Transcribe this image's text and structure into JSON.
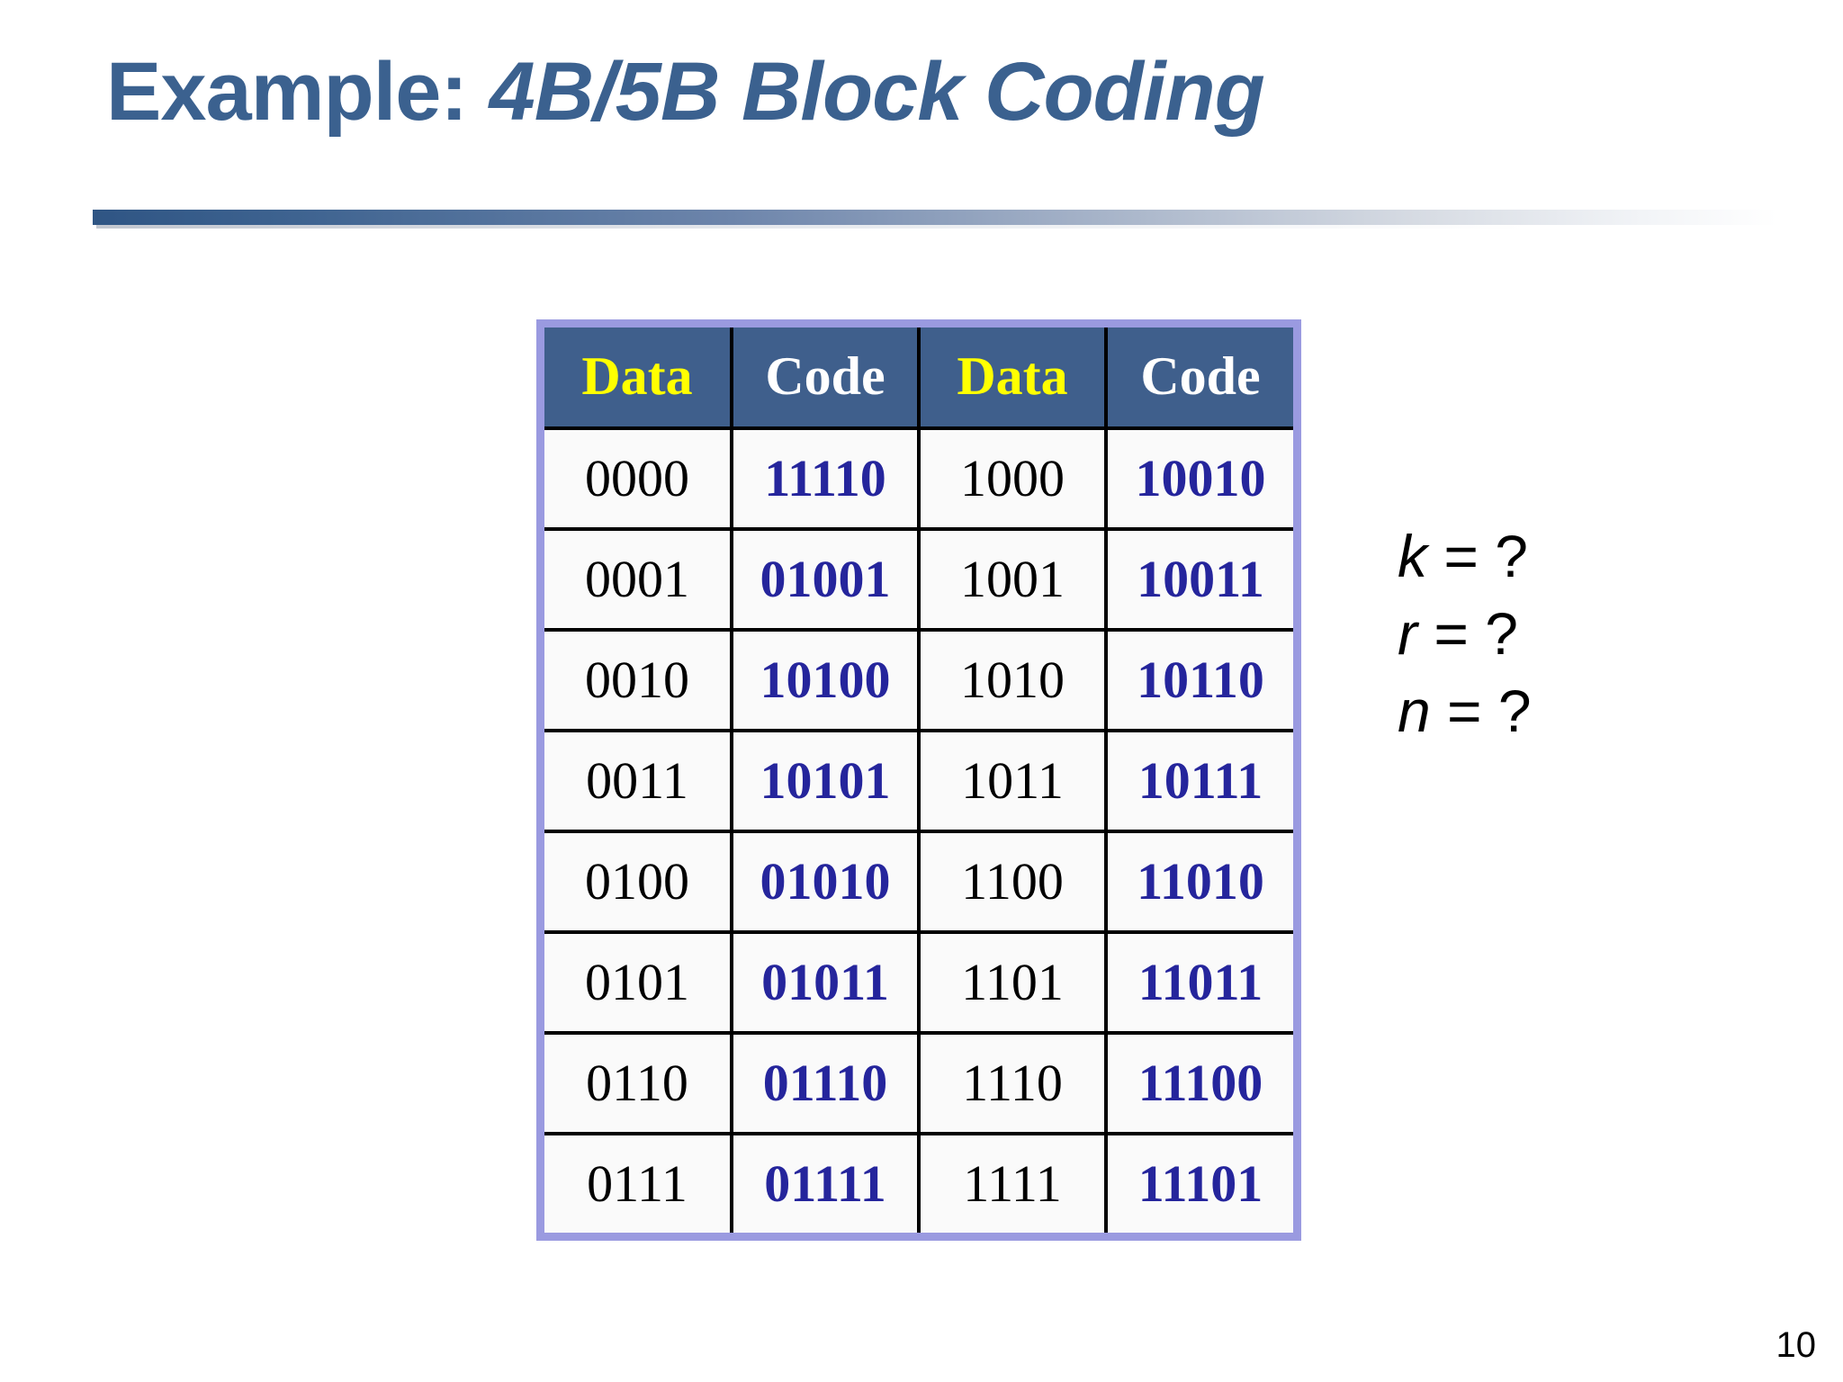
{
  "slide": {
    "title_plain": "Example: ",
    "title_emphasis": "4B/5B Block Coding",
    "page_number": "10",
    "accent_color": "#3b618f",
    "table_border_color": "#9a9ae0",
    "header_bg_color": "#3f5f8c",
    "header_data_color": "#ffff00",
    "header_code_color": "#ffffff",
    "code_text_color": "#25259c",
    "data_text_color": "#000000"
  },
  "table": {
    "headers": [
      "Data",
      "Code",
      "Data",
      "Code"
    ],
    "rows": [
      [
        "0000",
        "11110",
        "1000",
        "10010"
      ],
      [
        "0001",
        "01001",
        "1001",
        "10011"
      ],
      [
        "0010",
        "10100",
        "1010",
        "10110"
      ],
      [
        "0011",
        "10101",
        "1011",
        "10111"
      ],
      [
        "0100",
        "01010",
        "1100",
        "11010"
      ],
      [
        "0101",
        "01011",
        "1101",
        "11011"
      ],
      [
        "0110",
        "01110",
        "1110",
        "11100"
      ],
      [
        "0111",
        "01111",
        "1111",
        "11101"
      ]
    ]
  },
  "questions": [
    {
      "variable": "k",
      "rest": " = ?"
    },
    {
      "variable": "r",
      "rest": " = ?"
    },
    {
      "variable": "n",
      "rest": " = ?"
    }
  ]
}
